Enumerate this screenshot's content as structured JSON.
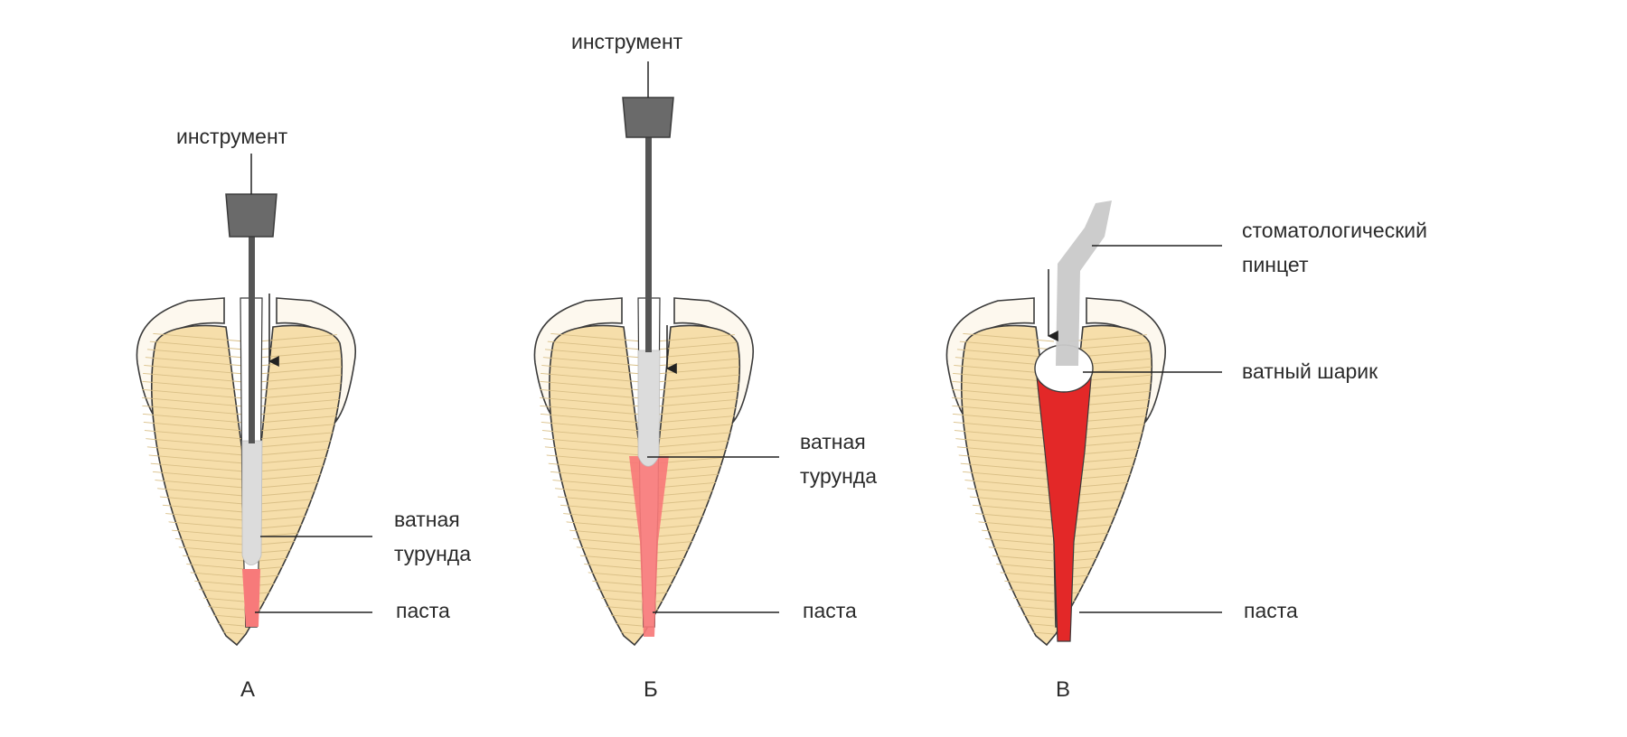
{
  "panels": [
    {
      "letter": "А",
      "labels": {
        "instrument": "инструмент",
        "turunda": [
          "ватная",
          "турунда"
        ],
        "paste": "паста"
      }
    },
    {
      "letter": "Б",
      "labels": {
        "instrument": "инструмент",
        "turunda": [
          "ватная",
          "турунда"
        ],
        "paste": "паста"
      }
    },
    {
      "letter": "В",
      "labels": {
        "tweezers": [
          "стоматологический",
          "пинцет"
        ],
        "cotton_ball": "ватный шарик",
        "paste": "паста"
      }
    }
  ],
  "colors": {
    "dentin": "#f6deaa",
    "dentin_line": "#d9bf86",
    "enamel": "#fdf8ee",
    "outline": "#3a3a3a",
    "paste_light": "#f77a7a",
    "paste_dark": "#e32828",
    "instrument": "#555555",
    "cotton": "#dcdcdc",
    "tweezers": "#c9c9c9"
  }
}
